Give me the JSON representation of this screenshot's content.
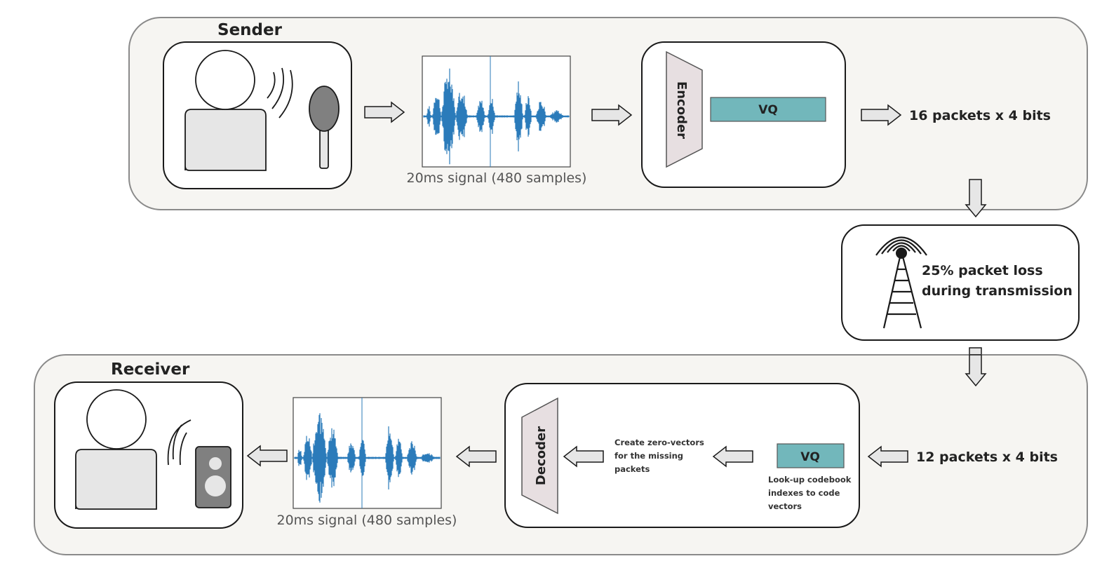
{
  "sender": {
    "title": "Sender",
    "signal_caption": "20ms signal (480 samples)",
    "encoder_label": "Encoder",
    "vq_label": "VQ",
    "output_label": "16 packets x 4 bits"
  },
  "transmission": {
    "line1": "25% packet loss",
    "line2": "during transmission"
  },
  "receiver": {
    "title": "Receiver",
    "input_label": "12 packets x 4 bits",
    "vq_label": "VQ",
    "lookup_line1": "Look-up codebook",
    "lookup_line2": "indexes to code",
    "lookup_line3": "vectors",
    "zero_line1": "Create zero-vectors",
    "zero_line2": "for the missing",
    "zero_line3": "packets",
    "decoder_label": "Decoder",
    "signal_caption": "20ms signal (480 samples)"
  },
  "colors": {
    "panel_fill": "#f6f5f2",
    "vq_fill": "#72b7bb",
    "codec_fill": "#e7dfe1",
    "waveform": "#2b7bba",
    "person_fill": "#e6e6e6",
    "device_fill": "#808080"
  }
}
